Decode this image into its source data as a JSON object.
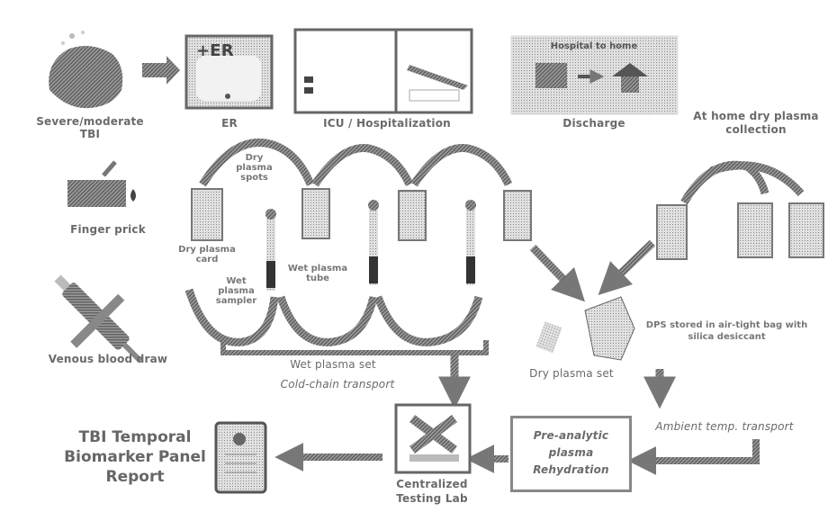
{
  "diagram": {
    "top_row": {
      "injury": "Severe/moderate TBI",
      "er": "ER",
      "er_sign": "+ER",
      "icu": "ICU / Hospitalization",
      "discharge": "Discharge",
      "discharge_banner": "Hospital to home",
      "home_collection": "At home dry plasma collection"
    },
    "left_column": {
      "finger_prick": "Finger prick",
      "venous_draw": "Venous blood draw"
    },
    "samples": {
      "dry_spots": "Dry plasma spots",
      "dry_card": "Dry plasma card",
      "wet_tube": "Wet plasma tube",
      "wet_sampler": "Wet plasma sampler",
      "wet_set": "Wet plasma set",
      "cold_chain": "Cold-chain transport",
      "dry_set": "Dry plasma set",
      "dps_storage": "DPS stored in air-tight bag with silica desiccant",
      "ambient": "Ambient temp. transport"
    },
    "bottom_row": {
      "rehydration": "Pre-analytic plasma Rehydration",
      "lab": "Centralized Testing Lab",
      "report": "TBI Temporal Biomarker Panel Report"
    },
    "colors": {
      "arrow": "#8a8a8a",
      "dark": "#5a5a5a",
      "panel": "#e6e6e6"
    }
  }
}
